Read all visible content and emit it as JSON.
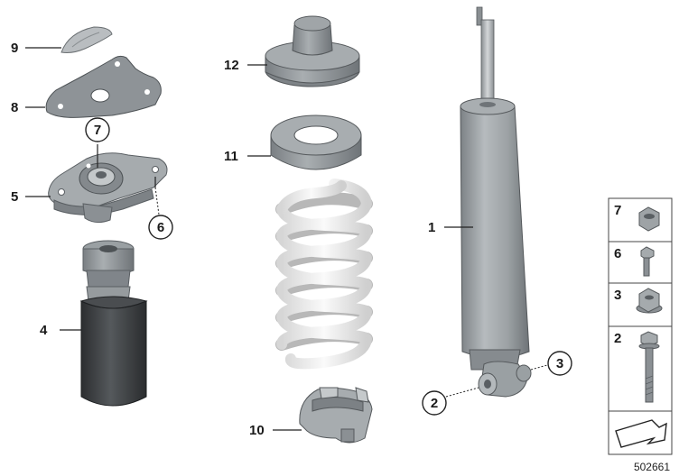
{
  "diagram": {
    "parts": [
      {
        "id": "p9",
        "label": "9"
      },
      {
        "id": "p8",
        "label": "8"
      },
      {
        "id": "p7",
        "label": "7"
      },
      {
        "id": "p5",
        "label": "5"
      },
      {
        "id": "p6",
        "label": "6"
      },
      {
        "id": "p4",
        "label": "4"
      },
      {
        "id": "p12",
        "label": "12"
      },
      {
        "id": "p11",
        "label": "11"
      },
      {
        "id": "p10",
        "label": "10"
      },
      {
        "id": "p1",
        "label": "1"
      },
      {
        "id": "p2",
        "label": "2"
      },
      {
        "id": "p3",
        "label": "3"
      }
    ],
    "legend": [
      {
        "label": "7"
      },
      {
        "label": "6"
      },
      {
        "label": "3"
      },
      {
        "label": "2"
      }
    ],
    "drawing_number": "502661",
    "colors": {
      "part_gray": "#9aa0a4",
      "part_dark": "#5a5f63",
      "boot_dark": "#3c3f41",
      "spring": "#ececec",
      "line": "#222222"
    }
  }
}
